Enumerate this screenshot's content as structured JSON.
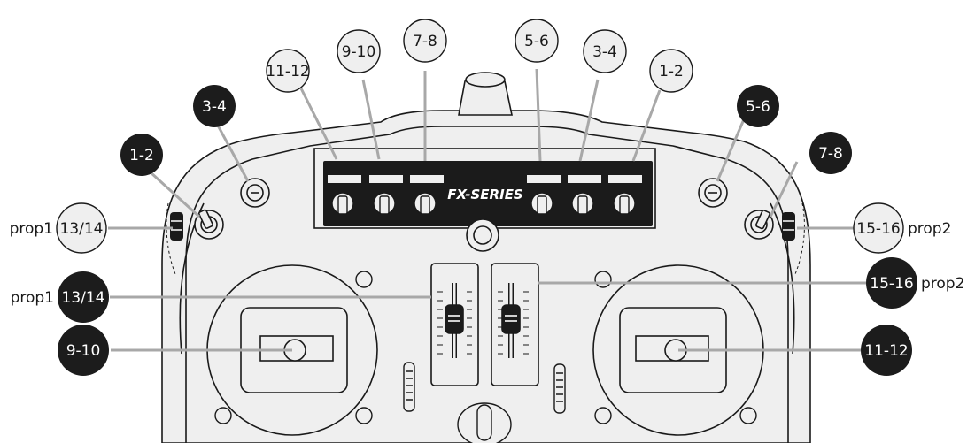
{
  "brand": "FX-SERIES",
  "colors": {
    "body_fill": "#efefef",
    "outline": "#1a1a1a",
    "leader": "#a8a8a8",
    "callout_dark": "#1c1c1c",
    "callout_light": "#efefef"
  },
  "callouts": {
    "light_top": [
      "11-12",
      "9-10",
      "7-8",
      "5-6",
      "3-4",
      "1-2"
    ],
    "dark_top": [
      "1-2",
      "3-4",
      "5-6",
      "7-8"
    ],
    "side_prop_left": {
      "prefix": "prop1",
      "value": "13/14"
    },
    "side_prop_right": {
      "value": "15-16",
      "suffix": "prop2"
    },
    "slider_prop_left": {
      "prefix": "prop1",
      "value": "13/14"
    },
    "slider_prop_right": {
      "value": "15-16",
      "suffix": "prop2"
    },
    "stick_left": "9-10",
    "stick_right": "11-12"
  }
}
